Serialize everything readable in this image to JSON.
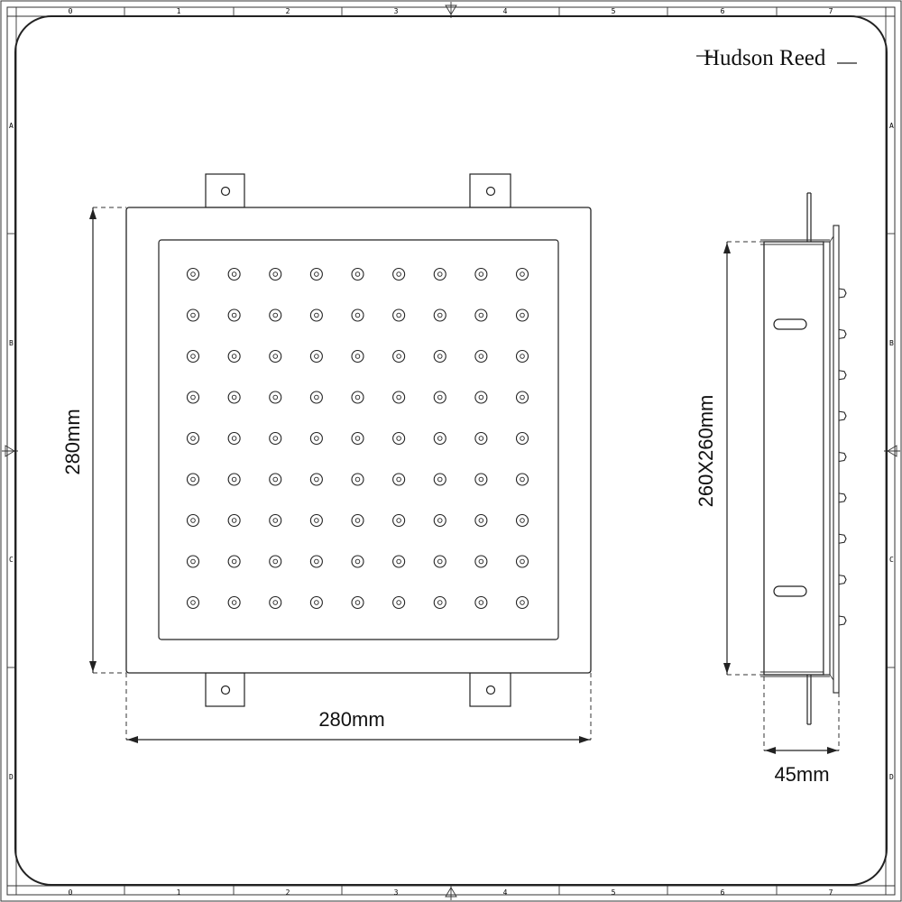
{
  "brand": {
    "name": "Hudson Reed"
  },
  "grid": {
    "columns": [
      "0",
      "1",
      "2",
      "3",
      "4",
      "5",
      "6",
      "7"
    ],
    "rows": [
      "A",
      "B",
      "C",
      "D"
    ]
  },
  "front_view": {
    "nozzle_rows": 9,
    "nozzle_cols": 9,
    "width_label": "280mm",
    "height_label": "280mm"
  },
  "side_view": {
    "face_label": "260X260mm",
    "depth_label": "45mm"
  }
}
